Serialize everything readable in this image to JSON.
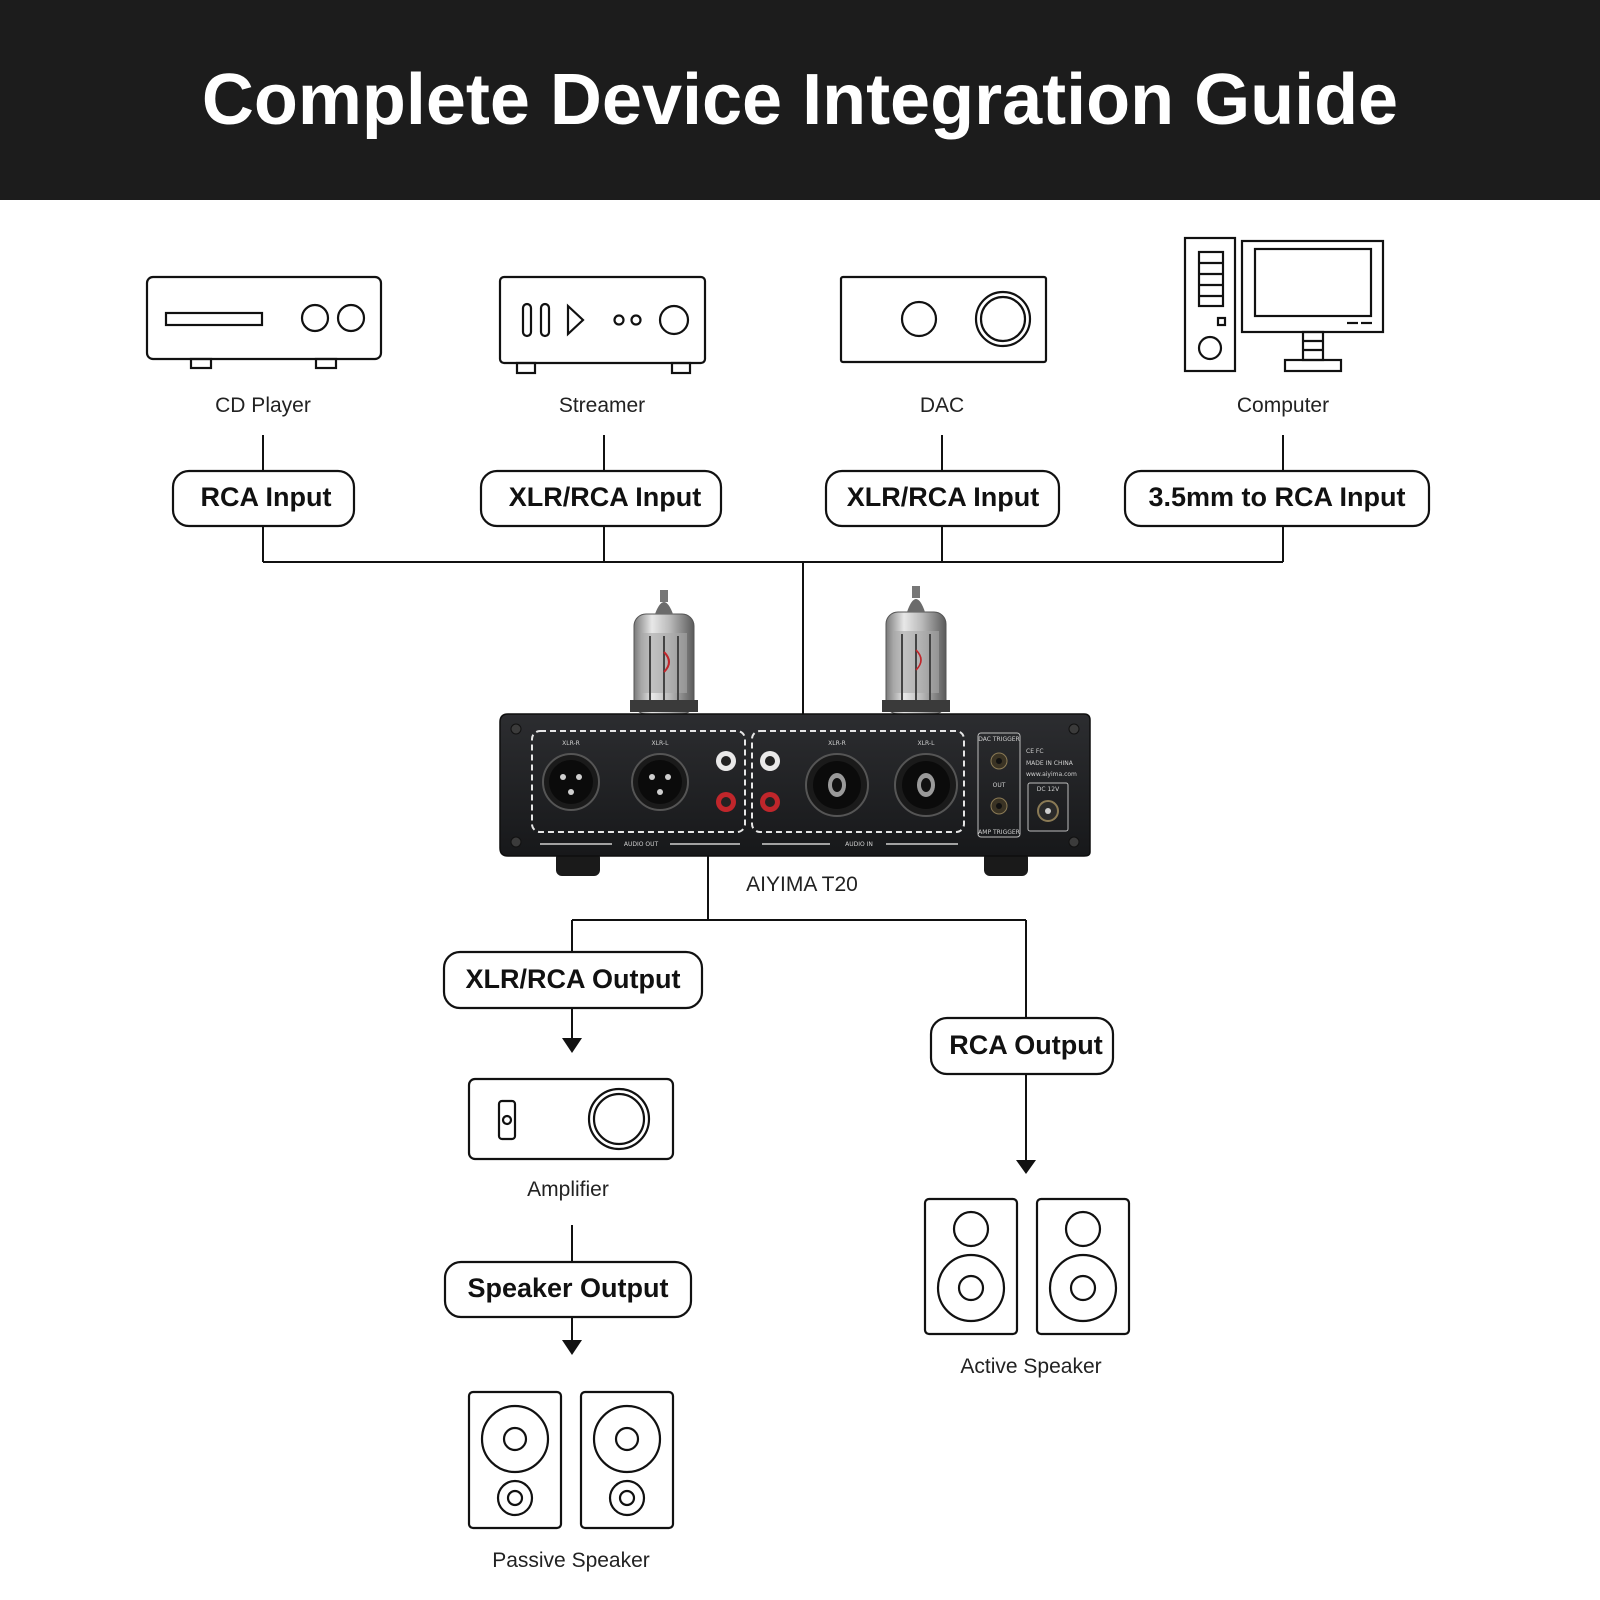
{
  "header": {
    "title": "Complete Device Integration Guide"
  },
  "sources": [
    {
      "label": "CD Player",
      "icon": "cd-player-icon"
    },
    {
      "label": "Streamer",
      "icon": "streamer-icon"
    },
    {
      "label": "DAC",
      "icon": "dac-icon"
    },
    {
      "label": "Computer",
      "icon": "computer-icon"
    }
  ],
  "inputs": [
    "RCA Input",
    "XLR/RCA Input",
    "XLR/RCA Input",
    "3.5mm to RCA Input"
  ],
  "device": {
    "name": "AIYIMA T20",
    "panel_labels": {
      "xlr_r_out": "XLR-R",
      "xlr_l_out": "XLR-L",
      "audio_out": "AUDIO OUT",
      "xlr_r_in": "XLR-R",
      "xlr_l_in": "XLR-L",
      "audio_in": "AUDIO IN",
      "dac_trigger": "DAC TRIGGER",
      "out": "OUT",
      "amp_trigger": "AMP TRIGGER",
      "dc": "DC 12V",
      "certs": "CE FC",
      "made_in": "MADE IN CHINA",
      "website": "www.aiyima.com"
    }
  },
  "outputs": {
    "xlr_rca_output": "XLR/RCA Output",
    "rca_output": "RCA Output",
    "speaker_output": "Speaker Output"
  },
  "destinations": {
    "amplifier": "Amplifier",
    "active_speaker": "Active Speaker",
    "passive_speaker": "Passive Speaker"
  },
  "colors": {
    "header_bg": "#1c1c1c",
    "line": "#111111",
    "device_body": "#1e1f21",
    "rca_red": "#c0262b"
  }
}
